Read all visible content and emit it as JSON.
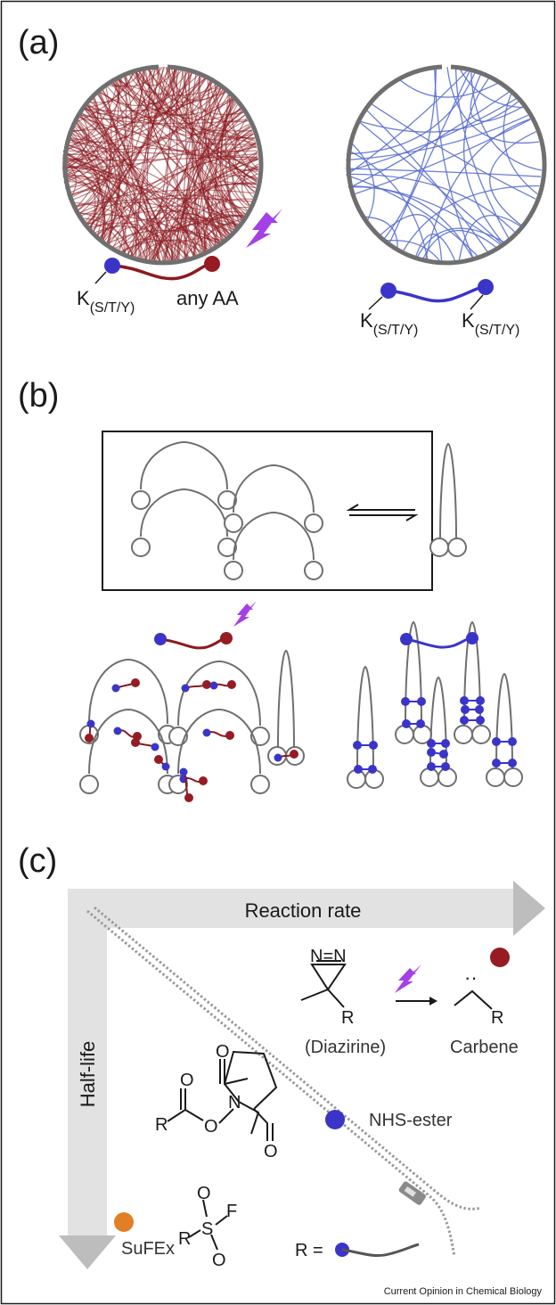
{
  "panels": {
    "a": {
      "label": "(a)",
      "left_probe": {
        "k_label": "K",
        "k_sub": "(S/T/Y)",
        "aa_label": "any AA"
      },
      "right_probe": {
        "k_label_1": "K",
        "k_sub_1": "(S/T/Y)",
        "k_label_2": "K",
        "k_sub_2": "(S/T/Y)"
      }
    },
    "b": {
      "label": "(b)"
    },
    "c": {
      "label": "(c)",
      "x_axis_label": "Reaction rate",
      "y_axis_label": "Half-life",
      "diazirine_label": "(Diazirine)",
      "diazirine_n": "N=N",
      "r_label": "R",
      "carbene_label": "Carbene",
      "carbene_dots": "··",
      "nhs_label": "NHS-ester",
      "sufex_label": "SuFEx",
      "r_equals": "R =",
      "o_label": "O",
      "n_label": "N",
      "s_label": "S",
      "f_label": "F"
    }
  },
  "footer": {
    "credit": "Current Opinion in Chemical Biology"
  },
  "colors": {
    "frame": "#1a1a1a",
    "red": "#8b1a1f",
    "red_dot": "#961b22",
    "blue": "#3a35c8",
    "blue_line": "#5b6fd0",
    "gray_line": "#6f6f6f",
    "axis": "#e0e0e0",
    "orange": "#e07f23",
    "purple": "#8a2be2"
  }
}
